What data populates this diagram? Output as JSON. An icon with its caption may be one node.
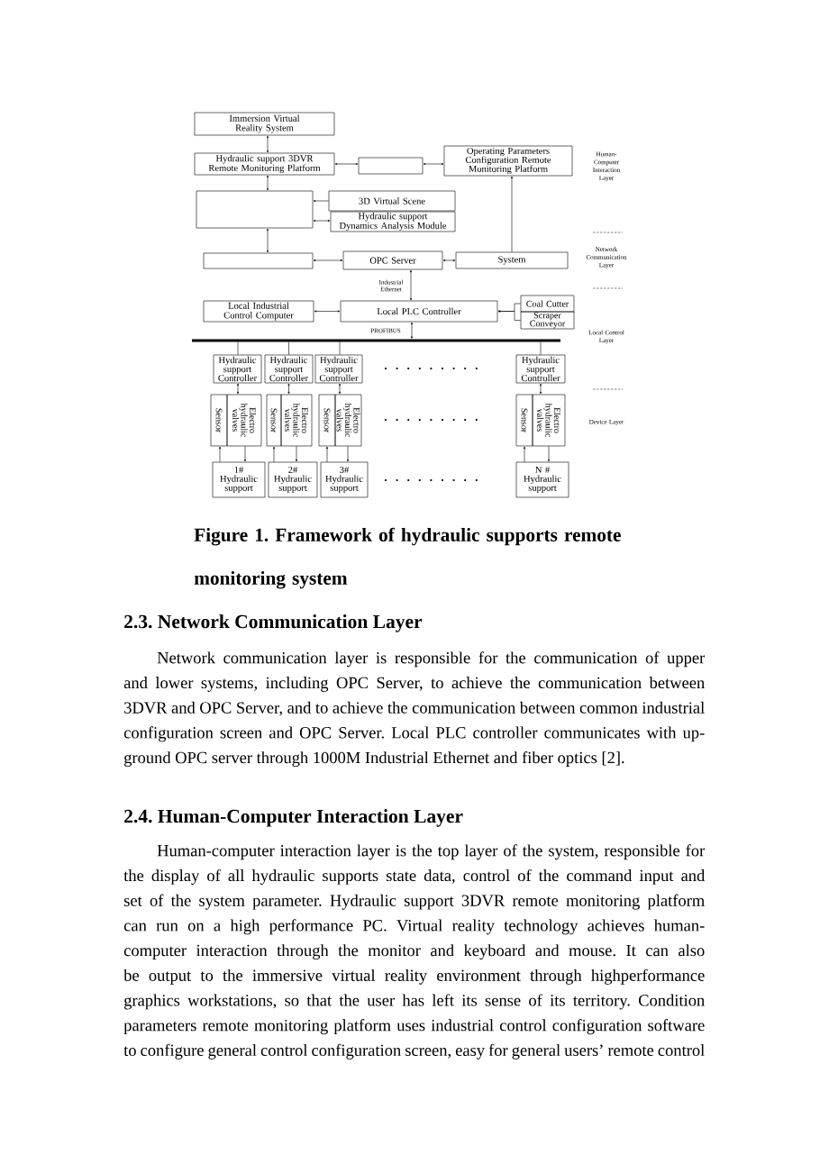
{
  "diagram": {
    "caption": "Figure 1. Framework of hydraulic supports remote monitoring system",
    "nodes": [
      {
        "text": [
          "Immersion Virtual Reality System"
        ]
      },
      {
        "text": [
          "Hydraulic support 3DVR Remote Monitoring Platform"
        ]
      },
      {
        "text": [],
        "shape": "box"
      },
      {
        "text": [
          "Operating Parameters Configuration Remote Monitoring Platform"
        ]
      },
      {
        "text": [],
        "shape": "box"
      },
      {
        "text": [
          "3D Virtual Scene"
        ]
      },
      {
        "text": [
          "Hydraulic support Dynamics Analysis Module"
        ]
      },
      {
        "text": [],
        "shape": "box"
      },
      {
        "text": [
          "OPC Server"
        ]
      },
      {
        "text": [
          "System"
        ]
      },
      {
        "text": [
          "Local Industrial Control Computer"
        ]
      },
      {
        "text": [
          "Local PLC Controller"
        ]
      },
      {
        "text": [
          "Coal Cutter"
        ]
      },
      {
        "text": [
          "Scraper Conveyor"
        ]
      },
      {
        "text": [],
        "shape": "bar"
      },
      {
        "text": [
          "Hydraulic support Controller"
        ]
      },
      {
        "text": [
          "Hydraulic support Controller"
        ]
      },
      {
        "text": [
          "Hydraulic support Controller"
        ]
      },
      {
        "text": [
          "Hydraulic support Controller"
        ]
      },
      {
        "text": [
          "Sensor"
        ]
      },
      {
        "text": [
          "Electro hydraulic valves"
        ]
      },
      {
        "text": [
          "Sensor"
        ]
      },
      {
        "text": [
          "Electro hydraulic valves"
        ]
      },
      {
        "text": [
          "Sensor"
        ]
      },
      {
        "text": [
          "Electro hydraulic valves"
        ]
      },
      {
        "text": [
          "Sensor"
        ]
      },
      {
        "text": [
          "Electro hydraulic valves"
        ]
      },
      {
        "text": [
          "1# Hydraulic support"
        ]
      },
      {
        "text": [
          "2# Hydraulic support"
        ]
      },
      {
        "text": [
          "3# Hydraulic support"
        ]
      },
      {
        "text": [
          "N # Hydraulic support"
        ]
      }
    ],
    "edges": [
      {
        "from": 0,
        "to": 1,
        "arrow": "both"
      },
      {
        "from": 1,
        "to": 2,
        "arrow": "both"
      },
      {
        "from": 2,
        "to": 3,
        "arrow": "both"
      },
      {
        "from": 1,
        "to": 4,
        "arrow": "both"
      },
      {
        "from": 5,
        "to": 4,
        "arrow": "to"
      },
      {
        "from": 4,
        "to": 6,
        "arrow": "both"
      },
      {
        "from": 4,
        "to": 7,
        "arrow": "both"
      },
      {
        "from": 7,
        "to": 8,
        "arrow": "both"
      },
      {
        "from": 8,
        "to": 9,
        "arrow": "both"
      },
      {
        "from": 9,
        "to": 3,
        "arrow": "to"
      },
      {
        "from": 8,
        "to": 11,
        "arrow": "both",
        "label": "Industrial Ethernet"
      },
      {
        "from": 10,
        "to": 11,
        "arrow": "both"
      },
      {
        "from": 12,
        "to": 11,
        "arrow": "to"
      },
      {
        "from": 13,
        "to": 11,
        "arrow": "to"
      },
      {
        "from": 11,
        "to": 14,
        "arrow": "both",
        "label": "PROFIBUS"
      },
      {
        "from": 14,
        "to": 15,
        "arrow": "none"
      },
      {
        "from": 14,
        "to": 16,
        "arrow": "none"
      },
      {
        "from": 14,
        "to": 17,
        "arrow": "none"
      },
      {
        "from": 14,
        "to": 18,
        "arrow": "none"
      },
      {
        "from": 15,
        "to": 20,
        "arrow": "both"
      },
      {
        "from": 16,
        "to": 22,
        "arrow": "both"
      },
      {
        "from": 17,
        "to": 24,
        "arrow": "both"
      },
      {
        "from": 18,
        "to": 26,
        "arrow": "both"
      },
      {
        "from": 27,
        "to": 19,
        "arrow": "to"
      },
      {
        "from": 20,
        "to": 27,
        "arrow": "to"
      },
      {
        "from": 28,
        "to": 21,
        "arrow": "to"
      },
      {
        "from": 22,
        "to": 28,
        "arrow": "to"
      },
      {
        "from": 29,
        "to": 23,
        "arrow": "to"
      },
      {
        "from": 24,
        "to": 29,
        "arrow": "to"
      },
      {
        "from": 30,
        "to": 25,
        "arrow": "to"
      },
      {
        "from": 26,
        "to": 30,
        "arrow": "to"
      }
    ],
    "labels": [
      "Human-Computer Interaction Layer",
      "Network Communication Layer",
      "Local Control Layer",
      "Device Layer",
      "2.3. Network Communication Layer",
      "Network communication layer is responsible for the communication of upper and lower systems, including OPC Server, to achieve the communication between 3DVR and OPC Server, and to achieve the communication between common industrial configuration screen and OPC Server. Local PLC controller communicates with up-ground OPC server through 1000M Industrial Ethernet and fiber optics [2].",
      "2.4. Human-Computer Interaction Layer",
      "Human-computer interaction layer is the top layer of the system, responsible for the display of all hydraulic supports state data, control of the command input and set of the system parameter. Hydraulic support 3DVR remote monitoring platform can run on a high performance PC. Virtual reality technology achieves human-computer interaction through the monitor and keyboard and mouse. It can also be output to the immersive virtual reality environment through highperformance graphics workstations, so that the user has left its sense of its territory. Condition parameters remote monitoring platform uses industrial control configuration software to configure general control configuration screen, easy for general users’ remote control"
    ]
  }
}
